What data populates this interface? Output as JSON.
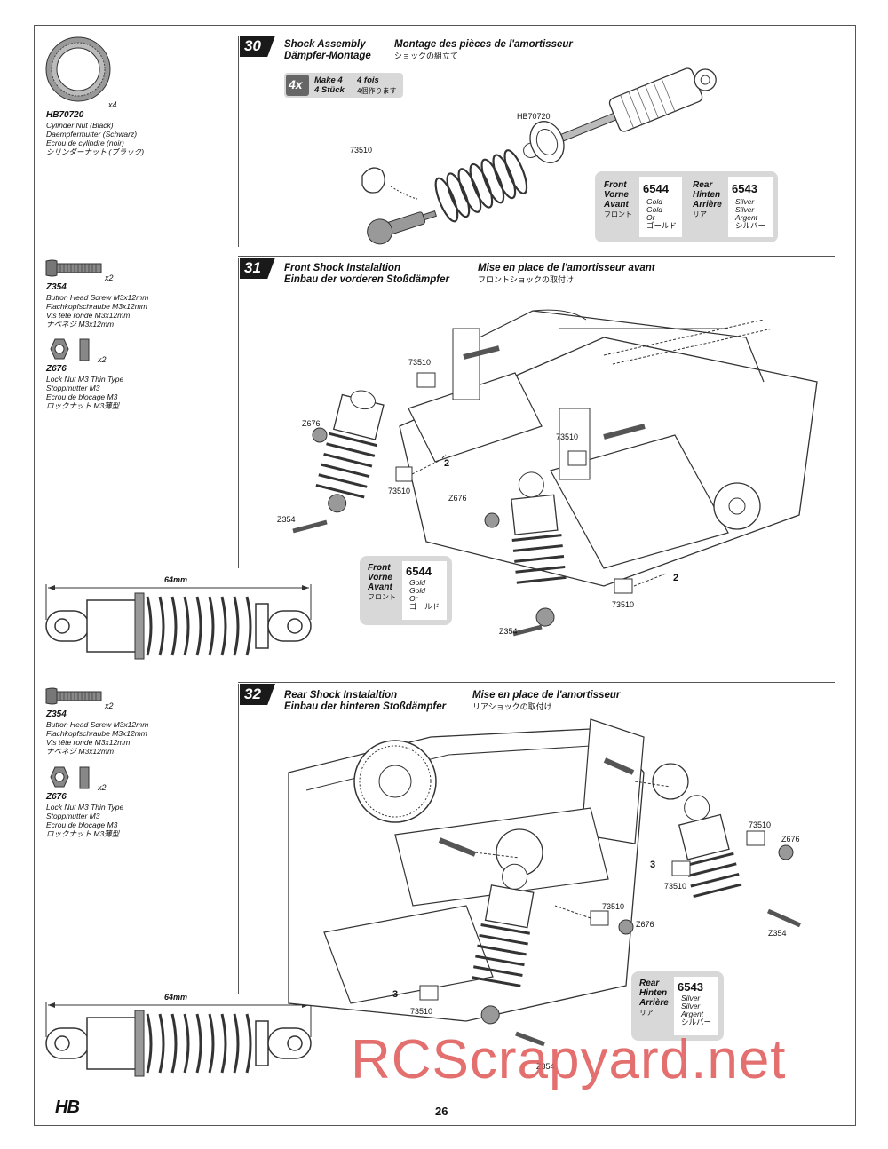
{
  "parts": {
    "hb70720": {
      "code": "HB70720",
      "qty": "x4",
      "desc": [
        "Cylinder Nut (Black)",
        "Daempfermutter (Schwarz)",
        "Ecrou de cylindre (noir)",
        "シリンダーナット (ブラック)"
      ]
    },
    "z354_a": {
      "code": "Z354",
      "qty": "x2",
      "desc": [
        "Button Head Screw M3x12mm",
        "Flachkopfschraube M3x12mm",
        "Vis tête ronde M3x12mm",
        "ナベネジ M3x12mm"
      ]
    },
    "z676_a": {
      "code": "Z676",
      "qty": "x2",
      "desc": [
        "Lock Nut M3 Thin Type",
        "Stoppmutter M3",
        "Ecrou de blocage M3",
        "ロックナット M3薄型"
      ]
    },
    "z354_b": {
      "code": "Z354",
      "qty": "x2",
      "desc": [
        "Button Head Screw M3x12mm",
        "Flachkopfschraube M3x12mm",
        "Vis tête ronde M3x12mm",
        "ナベネジ M3x12mm"
      ]
    },
    "z676_b": {
      "code": "Z676",
      "qty": "x2",
      "desc": [
        "Lock Nut M3 Thin Type",
        "Stoppmutter M3",
        "Ecrou de blocage M3",
        "ロックナット M3薄型"
      ]
    }
  },
  "dims": {
    "front": "64mm",
    "rear": "64mm"
  },
  "step30": {
    "number": "30",
    "title_en": "Shock Assembly",
    "title_de": "Dämpfer-Montage",
    "title_fr": "Montage des pièces de l'amortisseur",
    "title_jp": "ショックの組立て",
    "make": {
      "badge": "4x",
      "l1a": "Make 4",
      "l1b": "4 fois",
      "l2a": "4 Stück",
      "l2b": "4個作ります"
    },
    "labels": {
      "hb": "HB70720",
      "p73510": "73510"
    },
    "callout": {
      "front": [
        "Front",
        "Vorne",
        "Avant",
        "フロント"
      ],
      "front_num": "6544",
      "front_sub": [
        "Gold",
        "Gold",
        "Or",
        "ゴールド"
      ],
      "rear": [
        "Rear",
        "Hinten",
        "Arrière",
        "リア"
      ],
      "rear_num": "6543",
      "rear_sub": [
        "Silver",
        "Silver",
        "Argent",
        "シルバー"
      ]
    }
  },
  "step31": {
    "number": "31",
    "title_en": "Front Shock Instalaltion",
    "title_de": "Einbau der vorderen Stoßdämpfer",
    "title_fr": "Mise en place de l'amortisseur avant",
    "title_jp": "フロントショックの取付け",
    "labels": {
      "p1": "73510",
      "p2": "73510",
      "p3": "73510",
      "p4": "73510",
      "z676": "Z676",
      "z676b": "Z676",
      "z354a": "Z354",
      "z354b": "Z354",
      "two_a": "2",
      "two_b": "2"
    },
    "callout": {
      "front": [
        "Front",
        "Vorne",
        "Avant",
        "フロント"
      ],
      "num": "6544",
      "sub": [
        "Gold",
        "Gold",
        "Or",
        "ゴールド"
      ]
    }
  },
  "step32": {
    "number": "32",
    "title_en": "Rear Shock Instalaltion",
    "title_de": "Einbau der hinteren Stoßdämpfer",
    "title_fr": "Mise en place de l'amortisseur",
    "title_jp": "リアショックの取付け",
    "labels": {
      "p1": "73510",
      "p2": "73510",
      "p3": "73510",
      "p4": "73510",
      "z676a": "Z676",
      "z676b": "Z676",
      "z354a": "Z354",
      "z354b": "Z354",
      "three_a": "3",
      "three_b": "3"
    },
    "callout": {
      "rear": [
        "Rear",
        "Hinten",
        "Arrière",
        "リア"
      ],
      "num": "6543",
      "sub": [
        "Silver",
        "Silver",
        "Argent",
        "シルバー"
      ]
    }
  },
  "footer": {
    "page": "26",
    "logo": "HB",
    "watermark": "RCScrapyard.net"
  }
}
